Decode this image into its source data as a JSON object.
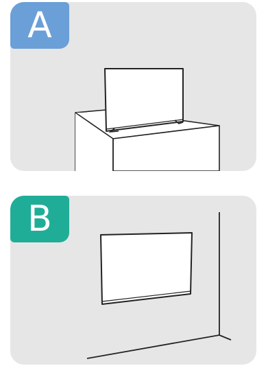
{
  "panels": [
    {
      "label": "A",
      "badge_color": "#6a9fd8",
      "scene": "tv-on-stand"
    },
    {
      "label": "B",
      "badge_color": "#20ad98",
      "scene": "tv-wall-mounted"
    }
  ],
  "colors": {
    "panel_background": "#e6e6e6",
    "line": "#222222",
    "surface": "#ffffff"
  }
}
